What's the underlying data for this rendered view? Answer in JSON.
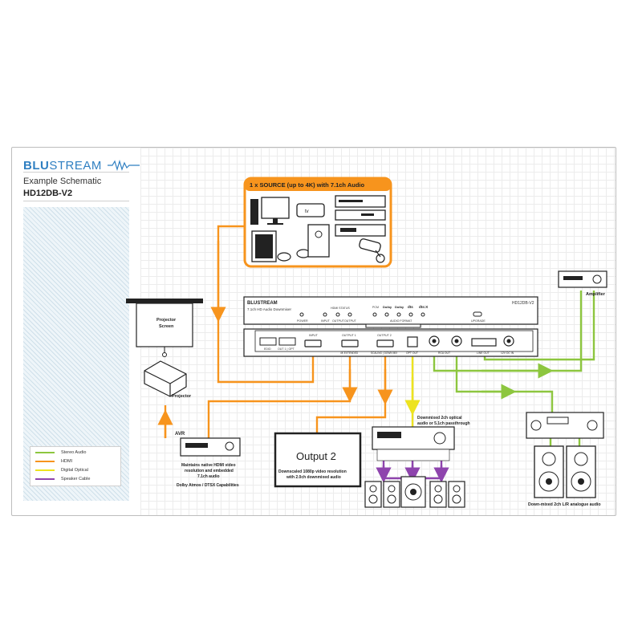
{
  "brand": {
    "name_bold": "BLU",
    "name_rest": "STREAM"
  },
  "schematic": {
    "title": "Example Schematic",
    "model": "HD12DB-V2"
  },
  "legend": [
    {
      "label": "Stereo Audio",
      "color": "#8dc63f"
    },
    {
      "label": "HDMI",
      "color": "#f7941d"
    },
    {
      "label": "Digital Optical",
      "color": "#ede31f"
    },
    {
      "label": "Speaker Cable",
      "color": "#8e44ad"
    }
  ],
  "source": {
    "title": "1 x SOURCE (up to 4K) with 7.1ch Audio",
    "border_color": "#f7941d"
  },
  "device_front": {
    "brand": "BLUSTREAM",
    "model": "HD12DB-V2",
    "desc": "7.1ch HD Audio Downmixer",
    "power": "POWER",
    "hdmi_status": "HDMI STATUS",
    "input": "INPUT",
    "output1": "OUTPUT",
    "output2": "OUTPUT",
    "audio_format": "AUDIO FORMAT",
    "fmt_pcm": "PCM",
    "fmt_dolby1": "Dolby",
    "fmt_dolby2": "Dolby",
    "fmt_dts1": "dts",
    "fmt_dts2": "dts:X",
    "upgrade": "UPGRADE"
  },
  "device_rear": {
    "edid": "EDID",
    "out_sel": "OUT 1 | OPT",
    "input": "INPUT",
    "output1": "OUTPUT 1",
    "output1_sub": "4K EXTENDED",
    "output2": "OUTPUT 2",
    "output2_sub": "SCALING | DOWN MIX",
    "opt_out": "OPT OUT",
    "rca_out": "RCA OUT",
    "line_out": "LINE OUT",
    "power": "12V DC IN"
  },
  "projector_screen": {
    "line1": "Projector",
    "line2": "Screen"
  },
  "projector": "Projector",
  "amplifier": "Amplifier",
  "avr": {
    "label": "AVR",
    "note1": "Maintains native HDMI video",
    "note2": "resolution and embedded",
    "note3": "7.1ch audio",
    "note4": "Dolby Atmos / DTSX Capabilities"
  },
  "output2_display": {
    "title": "Output 2",
    "note1": "Downscaled 1080p video resolution",
    "note2": "with 2.0ch downmixed audio"
  },
  "optical_note": {
    "line1": "Downmixed 2ch optical",
    "line2": "audio or 5.1ch passthrough"
  },
  "analogue_note": "Down-mixed 2ch L/R analogue audio",
  "colors": {
    "hdmi": "#f7941d",
    "stereo": "#8dc63f",
    "optical": "#ede31f",
    "speaker": "#8e44ad",
    "brand": "#2f7fc1"
  }
}
